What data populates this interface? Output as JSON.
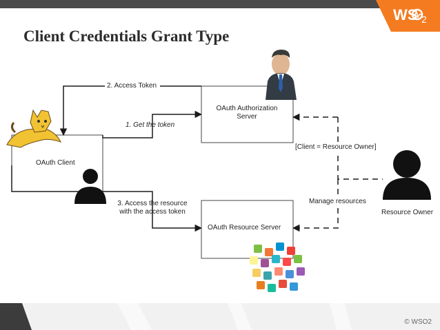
{
  "slide": {
    "title": "Client Credentials Grant Type",
    "logo": {
      "text": "WS",
      "suffix": "2"
    },
    "copyright": "© WSO2"
  },
  "diagram": {
    "nodes": {
      "client": "OAuth Client",
      "auth_server_line1": "OAuth Authorization",
      "auth_server_line2": "Server",
      "resource_server": "OAuth Resource Server",
      "resource_owner": "Resource Owner"
    },
    "edges": {
      "access_token": "2. Access Token",
      "get_token": "1. Get the token",
      "access_resource_line1": "3. Access the resource",
      "access_resource_line2": "with the access token",
      "client_is_owner": "[Client = Resource Owner]",
      "manage_resources": "Manage resources"
    }
  },
  "colors": {
    "topbar": "#4a4a4a",
    "logo_orange": "#f47b20",
    "line": "#1a1a1a",
    "box_border": "#444444",
    "person": "#111111"
  },
  "icons": [
    "tomcat-cat-icon",
    "person-icon",
    "businessman-icon",
    "app-icons-cluster"
  ]
}
